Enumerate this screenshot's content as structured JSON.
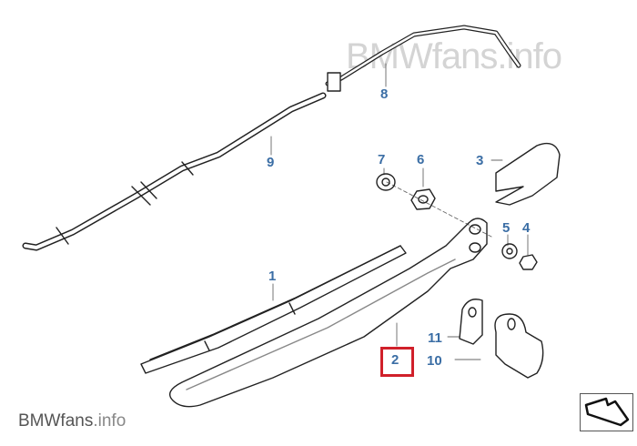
{
  "watermark": {
    "brand": "BMWfans",
    "tld": ".info",
    "full": "BMWfans.info"
  },
  "callouts": {
    "c1": "1",
    "c2": "2",
    "c3": "3",
    "c4": "4",
    "c5": "5",
    "c6": "6",
    "c7": "7",
    "c8": "8",
    "c9": "9",
    "c10": "10",
    "c11": "11"
  },
  "highlighted_part": "2",
  "colors": {
    "callout": "#3b6ea5",
    "highlight": "#d0202a"
  }
}
